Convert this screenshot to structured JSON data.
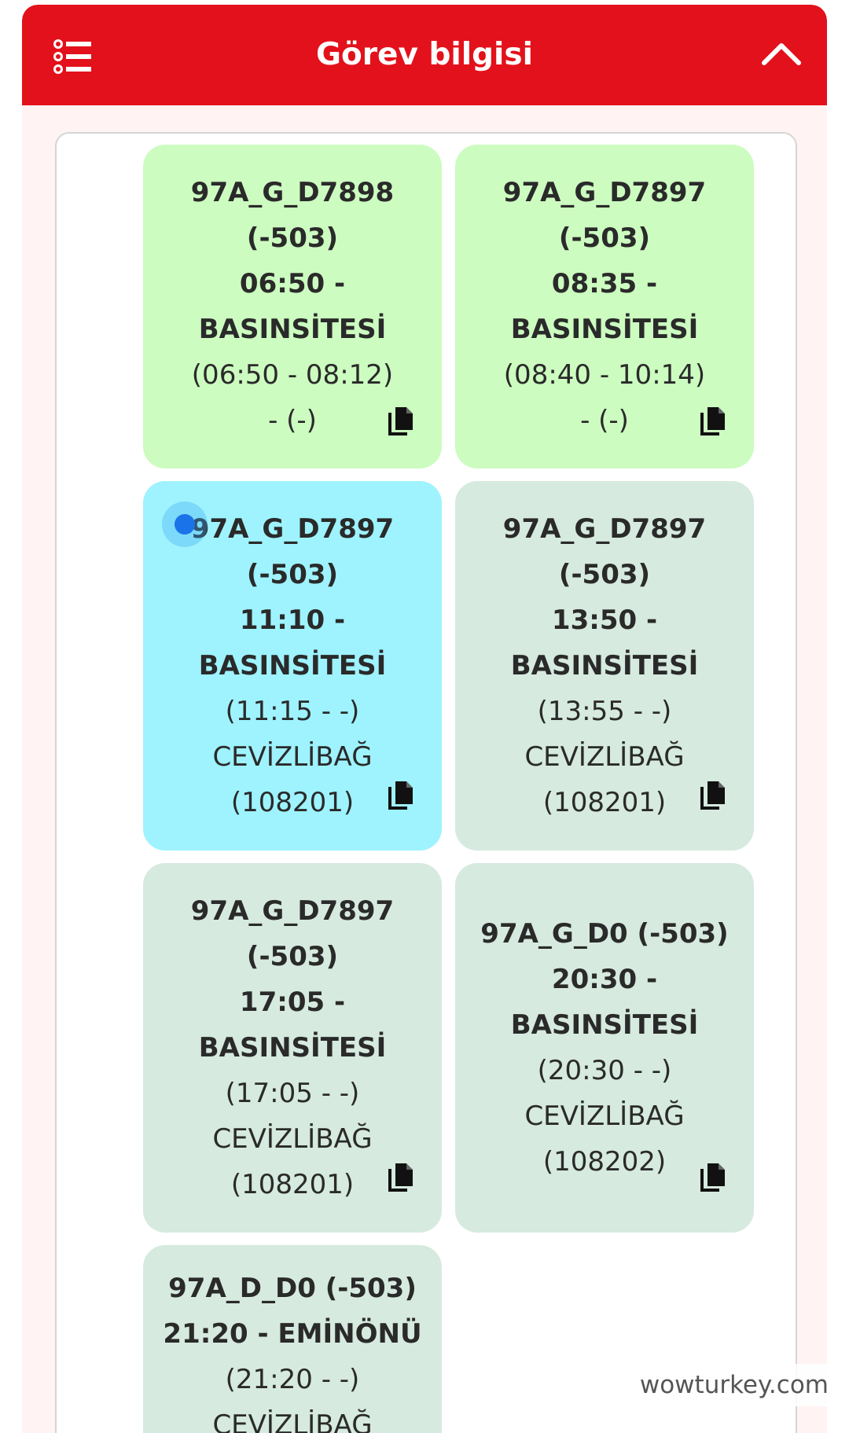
{
  "header": {
    "title": "Görev bilgisi",
    "color": "#e3111b",
    "list_icon": "list-icon",
    "collapse_icon": "chevron-up-icon"
  },
  "colors": {
    "completed": "#ccfcc0",
    "current": "#9ef3fe",
    "upcoming": "#d6eadf"
  },
  "tasks": [
    {
      "route": "97A_G_D7898",
      "dir": "(-503)",
      "start": "06:50 -",
      "stop": "BASINSİTESİ",
      "range": "(06:50 - 08:12)",
      "dest": "- (-)",
      "code": "",
      "status": "completed"
    },
    {
      "route": "97A_G_D7897",
      "dir": "(-503)",
      "start": "08:35 -",
      "stop": "BASINSİTESİ",
      "range": "(08:40 - 10:14)",
      "dest": "- (-)",
      "code": "",
      "status": "completed"
    },
    {
      "route": "97A_G_D7897",
      "dir": "(-503)",
      "start": "11:10 -",
      "stop": "BASINSİTESİ",
      "range": "(11:15 - -)",
      "dest": "CEVİZLİBAĞ",
      "code": "(108201)",
      "status": "current"
    },
    {
      "route": "97A_G_D7897",
      "dir": "(-503)",
      "start": "13:50 -",
      "stop": "BASINSİTESİ",
      "range": "(13:55 - -)",
      "dest": "CEVİZLİBAĞ",
      "code": "(108201)",
      "status": "upcoming"
    },
    {
      "route": "97A_G_D7897",
      "dir": "(-503)",
      "start": "17:05 -",
      "stop": "BASINSİTESİ",
      "range": "(17:05 - -)",
      "dest": "CEVİZLİBAĞ",
      "code": "(108201)",
      "status": "upcoming"
    },
    {
      "route": "97A_G_D0 (-503)",
      "dir": "",
      "start": "20:30 -",
      "stop": "BASINSİTESİ",
      "range": "(20:30 - -)",
      "dest": "CEVİZLİBAĞ",
      "code": "(108202)",
      "status": "upcoming"
    },
    {
      "route": "97A_D_D0 (-503)",
      "dir": "",
      "start": "21:20 - EMİNÖNÜ",
      "stop": "",
      "range": "(21:20 - -)",
      "dest": "CEVİZLİBAĞ",
      "code": "",
      "status": "upcoming"
    }
  ],
  "watermark": "wowturkey.com"
}
